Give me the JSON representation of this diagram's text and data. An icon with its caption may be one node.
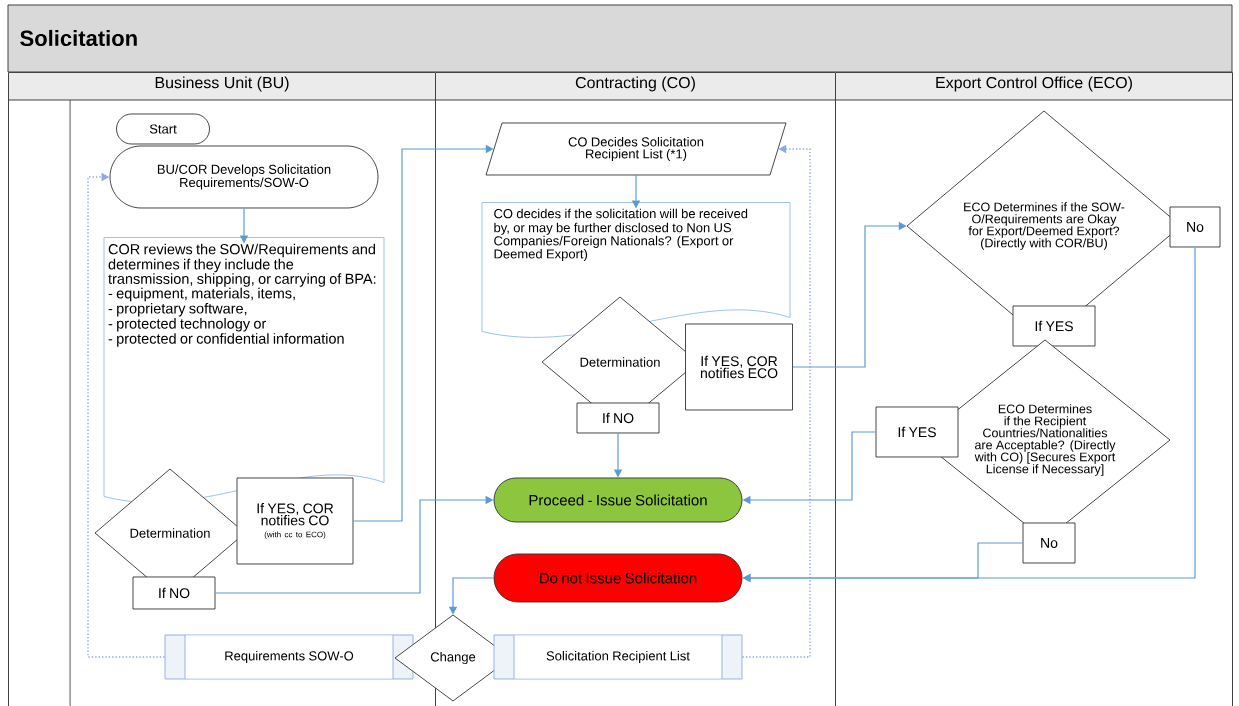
{
  "diagram": {
    "title": "Solicitation",
    "nodes": [
      {
        "text": [
          "Business Unit (BU)"
        ]
      },
      {
        "text": [
          "Contracting (CO)"
        ]
      },
      {
        "text": [
          "Export Control Office (ECO)"
        ]
      },
      {
        "text": [
          "Start"
        ],
        "in": 0
      },
      {
        "text": [
          "BU/COR Develops Solicitation Requirements/SOW-O"
        ],
        "in": 0
      },
      {
        "text": [
          "COR reviews the SOW/Requirements and determines if they include the transmission, shipping, or carrying of BPA:",
          "- equipment, materials, items,",
          "- proprietary software,",
          "- protected technology or",
          "- protected or confidential information"
        ],
        "in": 0
      },
      {
        "text": [
          "Determination"
        ],
        "in": 0
      },
      {
        "text": [
          "If YES, COR notifies CO",
          "(with cc to ECO)"
        ],
        "in": 0
      },
      {
        "text": [
          "If NO"
        ],
        "in": 0
      },
      {
        "text": [
          "Requirements SOW-O"
        ],
        "in": 0
      },
      {
        "text": [
          "Change"
        ]
      },
      {
        "text": [
          "CO Decides Solicitation Recipient List (*1)"
        ],
        "in": 1
      },
      {
        "text": [
          "CO decides if the solicitation will be received by, or may be further disclosed to Non US Companies/Foreign Nationals? (Export or Deemed Export)"
        ],
        "in": 1
      },
      {
        "text": [
          "Determination"
        ],
        "in": 1
      },
      {
        "text": [
          "If YES, COR notifies ECO"
        ],
        "in": 1
      },
      {
        "text": [
          "If NO"
        ],
        "in": 1
      },
      {
        "text": [
          "Proceed - Issue Solicitation"
        ],
        "in": 1
      },
      {
        "text": [
          "Do not Issue Solicitation"
        ],
        "in": 1
      },
      {
        "text": [
          "Solicitation Recipient List"
        ],
        "in": 1
      },
      {
        "text": [
          "ECO Determines if the SOW-O/Requirements are Okay for Export/Deemed Export? (Directly with COR/BU)"
        ],
        "in": 2
      },
      {
        "text": [
          "No"
        ],
        "in": 2
      },
      {
        "text": [
          "If YES"
        ],
        "in": 2
      },
      {
        "text": [
          "ECO Determines if the Recipient Countries/Nationalities are Acceptable? (Directly with CO) [Secures Export License if Necessary]"
        ],
        "in": 2
      },
      {
        "text": [
          "If YES"
        ],
        "in": 2
      },
      {
        "text": [
          "No"
        ],
        "in": 2
      }
    ],
    "edges": [
      {
        "from": 4,
        "to": 5,
        "arrow": "to"
      },
      {
        "from": 7,
        "to": 11,
        "arrow": "to"
      },
      {
        "from": 8,
        "to": 16,
        "arrow": "to"
      },
      {
        "from": 9,
        "to": 4,
        "arrow": "to",
        "style": "dashed",
        "color": "#8faadc"
      },
      {
        "from": 18,
        "to": 11,
        "arrow": "to",
        "style": "dashed",
        "color": "#8faadc"
      },
      {
        "from": 11,
        "to": 12,
        "arrow": "to"
      },
      {
        "from": 14,
        "to": 19,
        "arrow": "to"
      },
      {
        "from": 15,
        "to": 16,
        "arrow": "to"
      },
      {
        "from": 23,
        "to": 16,
        "arrow": "to"
      },
      {
        "from": 20,
        "to": 17,
        "arrow": "to"
      },
      {
        "from": 24,
        "to": 17,
        "arrow": "to"
      },
      {
        "from": 17,
        "to": 10,
        "arrow": "to"
      }
    ]
  }
}
